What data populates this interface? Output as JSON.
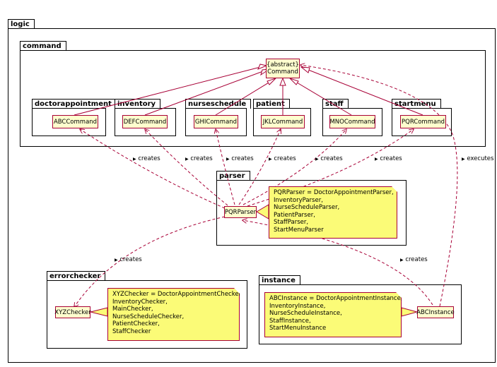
{
  "packages": {
    "logic": "logic",
    "command": "command",
    "doctorappointment": "doctorappointment",
    "inventory": "inventory",
    "nurseschedule": "nurseschedule",
    "patient": "patient",
    "staff": "staff",
    "startmenu": "startmenu",
    "parser": "parser",
    "errorchecker": "errorchecker",
    "instance": "instance"
  },
  "classes": {
    "command_stereotype": "{abstract}",
    "command_name": "Command",
    "abc": "ABCCommand",
    "def": "DEFCommand",
    "ghi": "GHICommand",
    "jkl": "JKLCommand",
    "mno": "MNOCommand",
    "pqr": "PQRCommand",
    "parser": "PQRParser",
    "checker": "XYZChecker",
    "instance": "ABCInstance"
  },
  "notes": {
    "parser": [
      "PQRParser = DoctorAppointmentParser,",
      "InventoryParser,",
      "NurseScheduleParser,",
      "PatientParser,",
      "StaffParser,",
      "StartMenuParser"
    ],
    "checker": [
      "XYZChecker = DoctorAppointmentChecker,",
      "InventoryChecker,",
      "MainChecker,",
      "NurseScheduleChecker,",
      "PatientChecker,",
      "StaffChecker"
    ],
    "instance": [
      "ABCInstance = DoctorAppointmentInstance,",
      "InventoryInstance,",
      "NurseScheduleInstance,",
      "StaffInstance,",
      "StartMenuInstance"
    ]
  },
  "labels": {
    "creates": "creates",
    "executes": "executes",
    "arrow": "▶"
  },
  "colors": {
    "border": "#a80036",
    "class_fill": "#fefece",
    "note_fill": "#fbfb77"
  }
}
